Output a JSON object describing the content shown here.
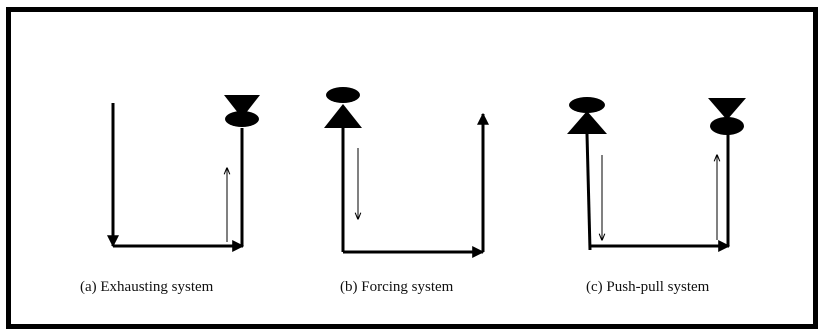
{
  "captions": {
    "a": "(a) Exhausting system",
    "b": "(b) Forcing system",
    "c": "(c) Push-pull system"
  },
  "colors": {
    "line": "#000000",
    "background": "#ffffff"
  },
  "icons": [
    "fan-icon",
    "arrow-icon"
  ]
}
